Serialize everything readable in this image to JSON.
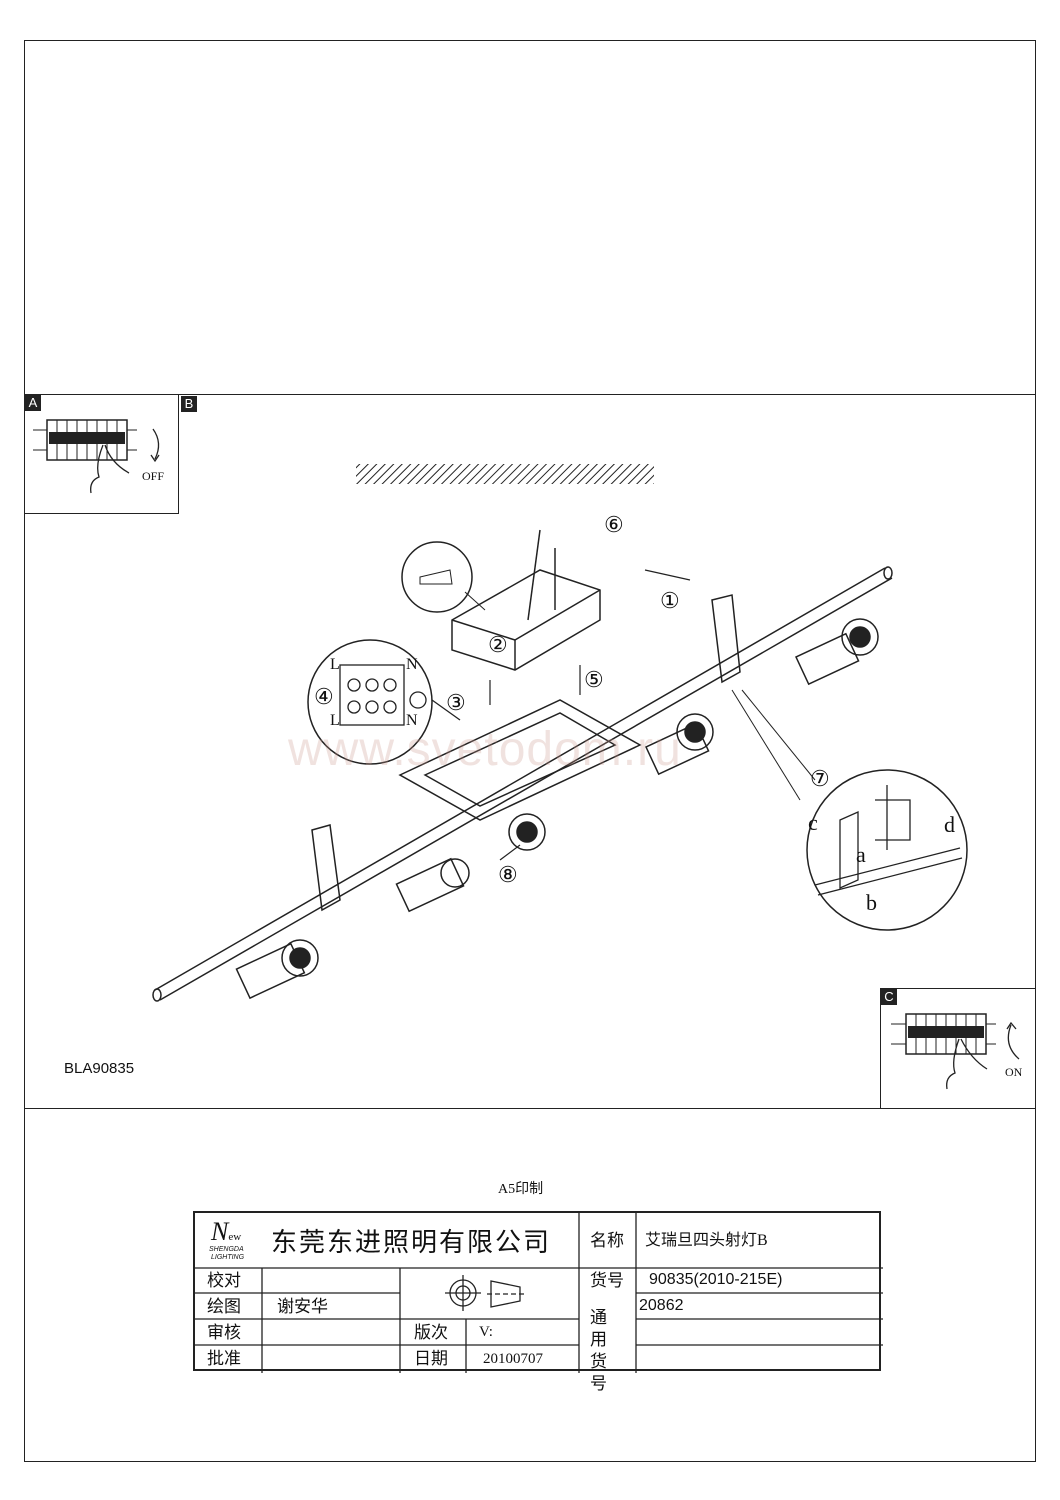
{
  "panels": {
    "a": {
      "tag": "A",
      "action": "OFF"
    },
    "b": {
      "tag": "B"
    },
    "c": {
      "tag": "C",
      "action": "ON"
    }
  },
  "diagram": {
    "steps": [
      "①",
      "②",
      "③",
      "④",
      "⑤",
      "⑥",
      "⑦",
      "⑧"
    ],
    "terminal_labels": {
      "l_top": "L",
      "n_top": "N",
      "l_bottom": "L",
      "n_bottom": "N"
    },
    "detail_labels": [
      "a",
      "b",
      "c",
      "d"
    ],
    "model_code": "BLA90835",
    "watermark": "www.svetodom.ru"
  },
  "print_note": "A5印制",
  "title_block": {
    "logo": {
      "mark": "New",
      "line1": "SHENGDA",
      "line2": "LIGHTING"
    },
    "company": "东莞东进照明有限公司",
    "name_label": "名称",
    "name_value": "艾瑞旦四头射灯B",
    "proofread_label": "校对",
    "proofread_value": "",
    "drawing_label": "绘图",
    "drawing_value": "谢安华",
    "review_label": "审核",
    "approve_label": "批准",
    "version_label": "版次",
    "version_value": "V:",
    "date_label": "日期",
    "date_value": "20100707",
    "item_no_label": "货号",
    "item_no_value": "90835(2010-215E)",
    "common_item_label": "通用货号",
    "common_item_value": "20862"
  }
}
